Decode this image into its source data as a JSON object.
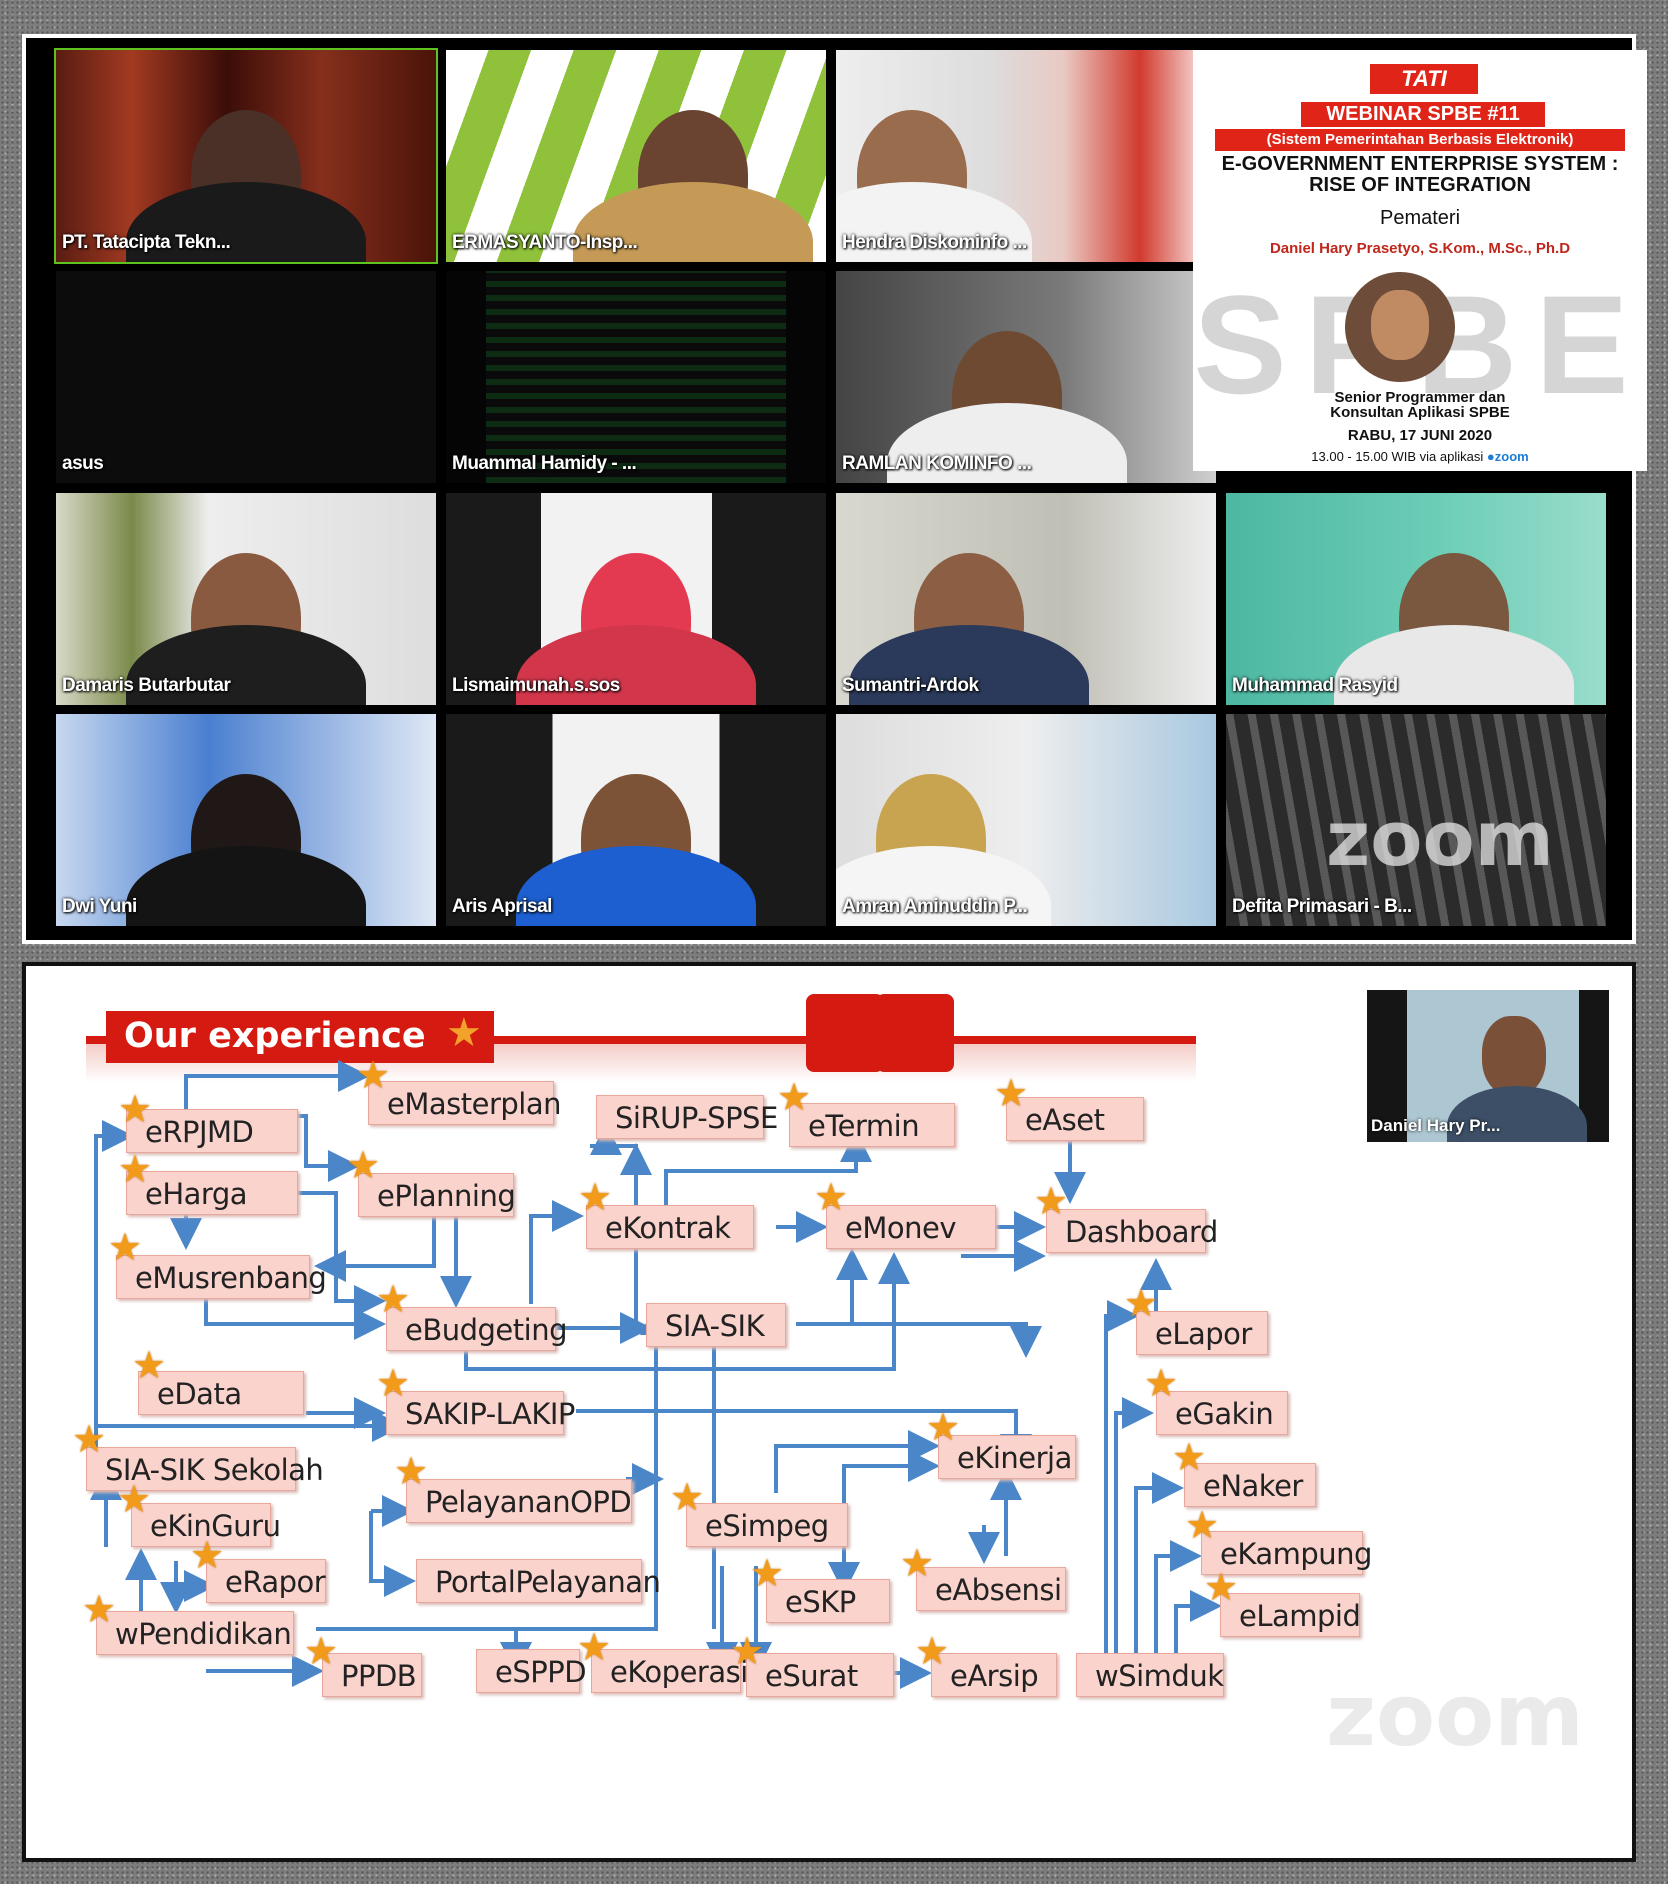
{
  "participants": [
    {
      "name": "PT. Tatacipta Tekn..."
    },
    {
      "name": "ERMASYANTO-Insp..."
    },
    {
      "name": "Hendra Diskominfo ..."
    },
    {
      "name": "asus"
    },
    {
      "name": "Muammal Hamidy - ..."
    },
    {
      "name": "RAMLAN KOMINFO ..."
    },
    {
      "name": "Damaris Butarbutar"
    },
    {
      "name": "Lismaimunah.s.sos"
    },
    {
      "name": "Sumantri-Ardok"
    },
    {
      "name": "Muhammad Rasyid"
    },
    {
      "name": "Dwi Yuni"
    },
    {
      "name": "Aris Aprisal"
    },
    {
      "name": "Amran Aminuddin P..."
    },
    {
      "name": "Defita Primasari - B..."
    }
  ],
  "zoom_watermark": "zoom",
  "share": {
    "logo": "TATI",
    "banner": "WEBINAR SPBE  #11",
    "subbanner": "(Sistem Pemerintahan Berbasis Elektronik)",
    "title_line1": "E-GOVERNMENT ENTERPRISE SYSTEM :",
    "title_line2": "RISE OF INTEGRATION",
    "pemateri": "Pemateri",
    "speaker": "Daniel Hary Prasetyo, S.Kom., M.Sc., Ph.D",
    "bg_text": "SPBE",
    "role_line1": "Senior Programmer dan",
    "role_line2": "Konsultan Aplikasi SPBE",
    "date": "RABU, 17 JUNI 2020",
    "time": "13.00 - 15.00 WIB via aplikasi",
    "app": "zoom"
  },
  "slide": {
    "title": "Our experience",
    "presenter": "Daniel Hary Pr...",
    "watermark": "zoom",
    "nodes": [
      "eRPJMD",
      "eMasterplan",
      "SiRUP-SPSE",
      "eTermin",
      "eAset",
      "eHarga",
      "ePlanning",
      "eKontrak",
      "eMonev",
      "Dashboard",
      "eMusrenbang",
      "eBudgeting",
      "SIA-SIK",
      "eLapor",
      "eData",
      "SAKIP-LAKIP",
      "eGakin",
      "eKinerja",
      "SIA-SIK Sekolah",
      "PelayananOPD",
      "eNaker",
      "eKinGuru",
      "eSimpeg",
      "eRapor",
      "PortalPelayanan",
      "eKampung",
      "eSKP",
      "eAbsensi",
      "wPendidikan",
      "eLampid",
      "PPDB",
      "eSPPD",
      "eKoperasi",
      "eSurat",
      "eArsip",
      "wSimduk"
    ]
  },
  "colors": {
    "accent_red": "#d51a12",
    "arrow_blue": "#4a86c8",
    "node_fill": "#fbd3cd",
    "star": "#f29b1a",
    "active_green": "#5ec31e"
  }
}
